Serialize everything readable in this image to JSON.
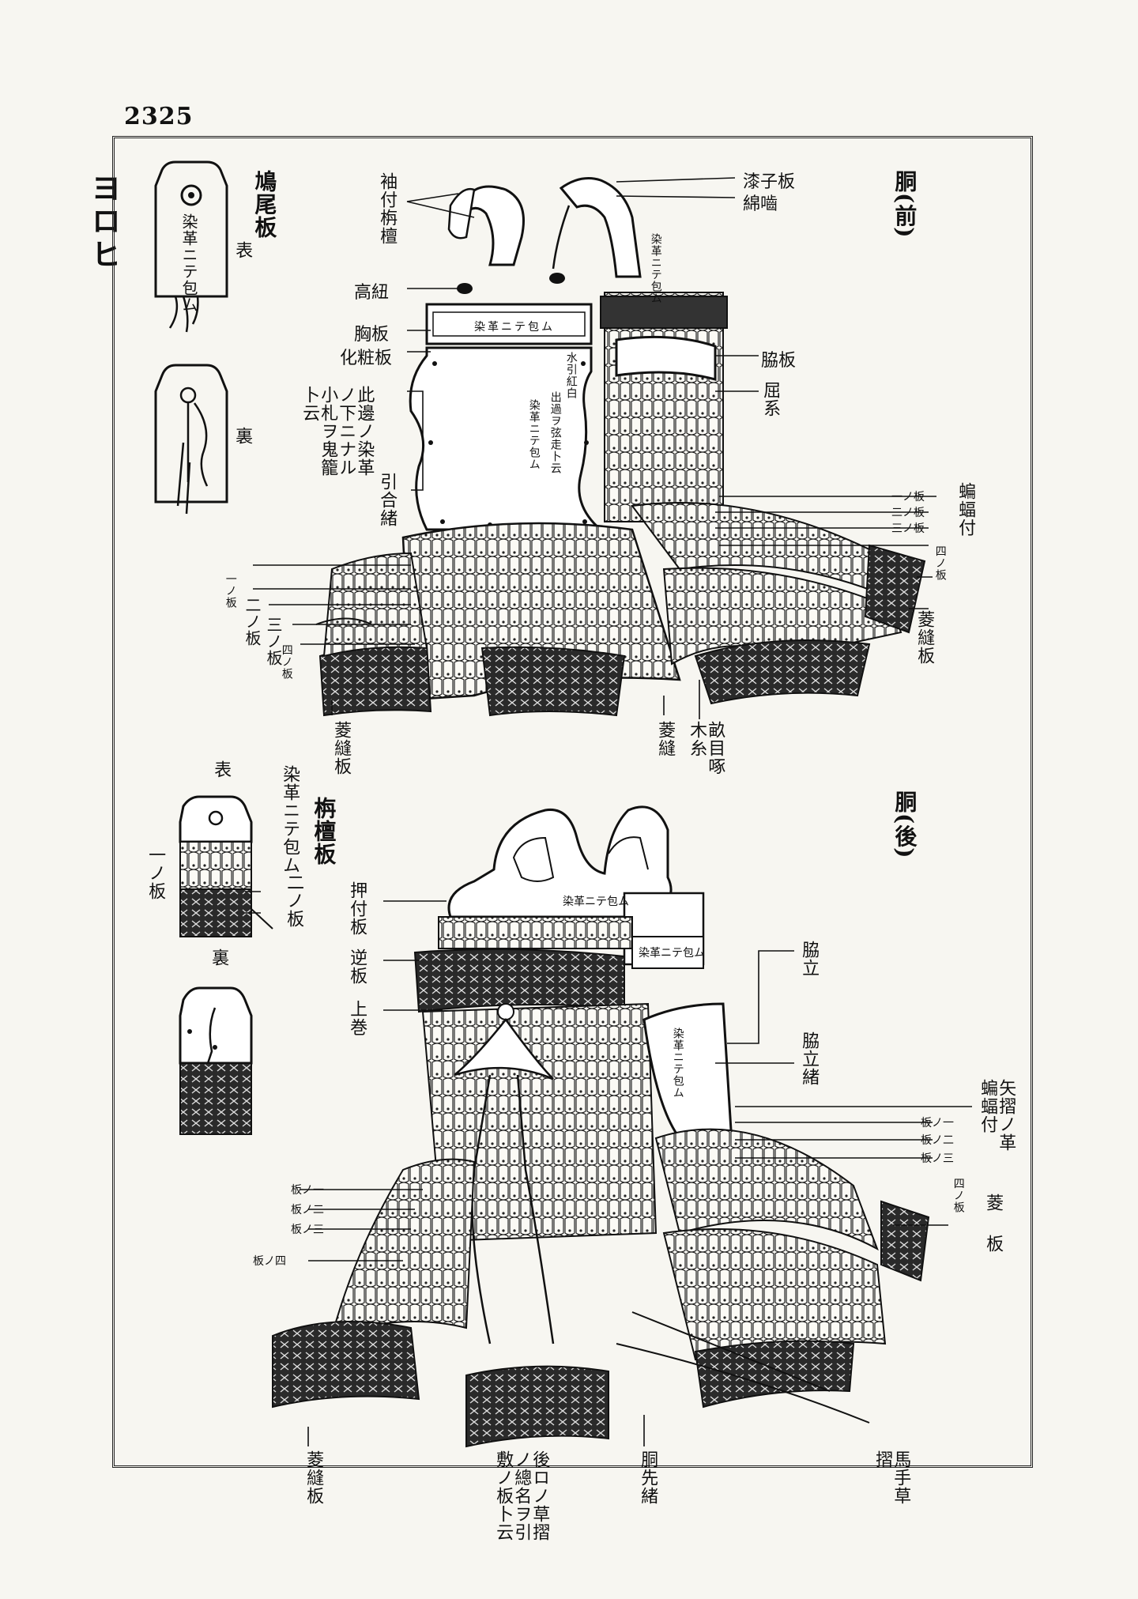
{
  "page_number": "2325",
  "side_title": "ヨロヒ",
  "top": {
    "heading_do_front": "胴(前)",
    "kyubi_title": "鳩尾板",
    "kyubi_omote": "表",
    "kyubi_ura": "裏",
    "kyubi_inner": "染革ニテ包ム",
    "sodetsuke": "袖付栴檀",
    "takahimo": "高紐",
    "munaita": "胸板",
    "kebiki_ita": "化粧板",
    "note_edge": "此邊ノ染革ノ下ニナル小札ヲ鬼籠卜云",
    "hikiawase": "引合緒",
    "front_center": "染革ニテ包ム",
    "mizuhiki": "水引紅白",
    "mizuhiki_note": "出過ヲ弦走卜云",
    "mizuhiki_note2": "染革ニテ包ム",
    "zoreita": "漆子板",
    "watagami": "綿嚙",
    "waki_inner": "染革ニテ包ム",
    "wakiita": "脇板",
    "kakeo": "屈系",
    "komori": "蝙蝠付",
    "plate1": "一ノ板",
    "plate2": "二ノ板",
    "plate3": "三ノ板",
    "plate4": "四ノ板",
    "hishinui_right": "菱縫板",
    "left1": "一ノ板",
    "left2": "二ノ板",
    "left3": "三ノ板",
    "left4": "四ノ板",
    "hishinui_left": "菱縫板",
    "hishinui_mid": "菱縫",
    "kazamori": "畝目啄木糸"
  },
  "bottom": {
    "heading_do_back": "胴(後)",
    "sendan_title": "栴檀板",
    "sendan_omote": "表",
    "sendan_ura": "裏",
    "sendan_inner": "染革ニテ包ム",
    "ichi": "一ノ板",
    "ni": "二ノ板",
    "oshitsuke": "押付板",
    "sakaita": "逆板",
    "agemaki": "上巻",
    "back_inner": "染革ニテ包ム",
    "waki_inner": "染革ニテ包ム",
    "waki_inner2": "染革ニテ包ム",
    "wakidate": "脇立",
    "wakidate_o": "脇立緒",
    "yazuri": "矢摺ノ革蝙蝠付",
    "r1": "板ノ一",
    "r2": "板ノ二",
    "r3": "板ノ三",
    "r4": "四ノ板",
    "hishi_r": "菱板",
    "l1": "板ノ一",
    "l2": "板ノ二",
    "l3": "板ノ三",
    "l4": "板ノ四",
    "hishinui_left": "菱縫板",
    "kusazuri_note": "後ロノ草摺ノ總名ヲ引敷ノ板卜云",
    "dosaki": "胴先緒",
    "mate_kusazuri": "馬手草摺"
  }
}
